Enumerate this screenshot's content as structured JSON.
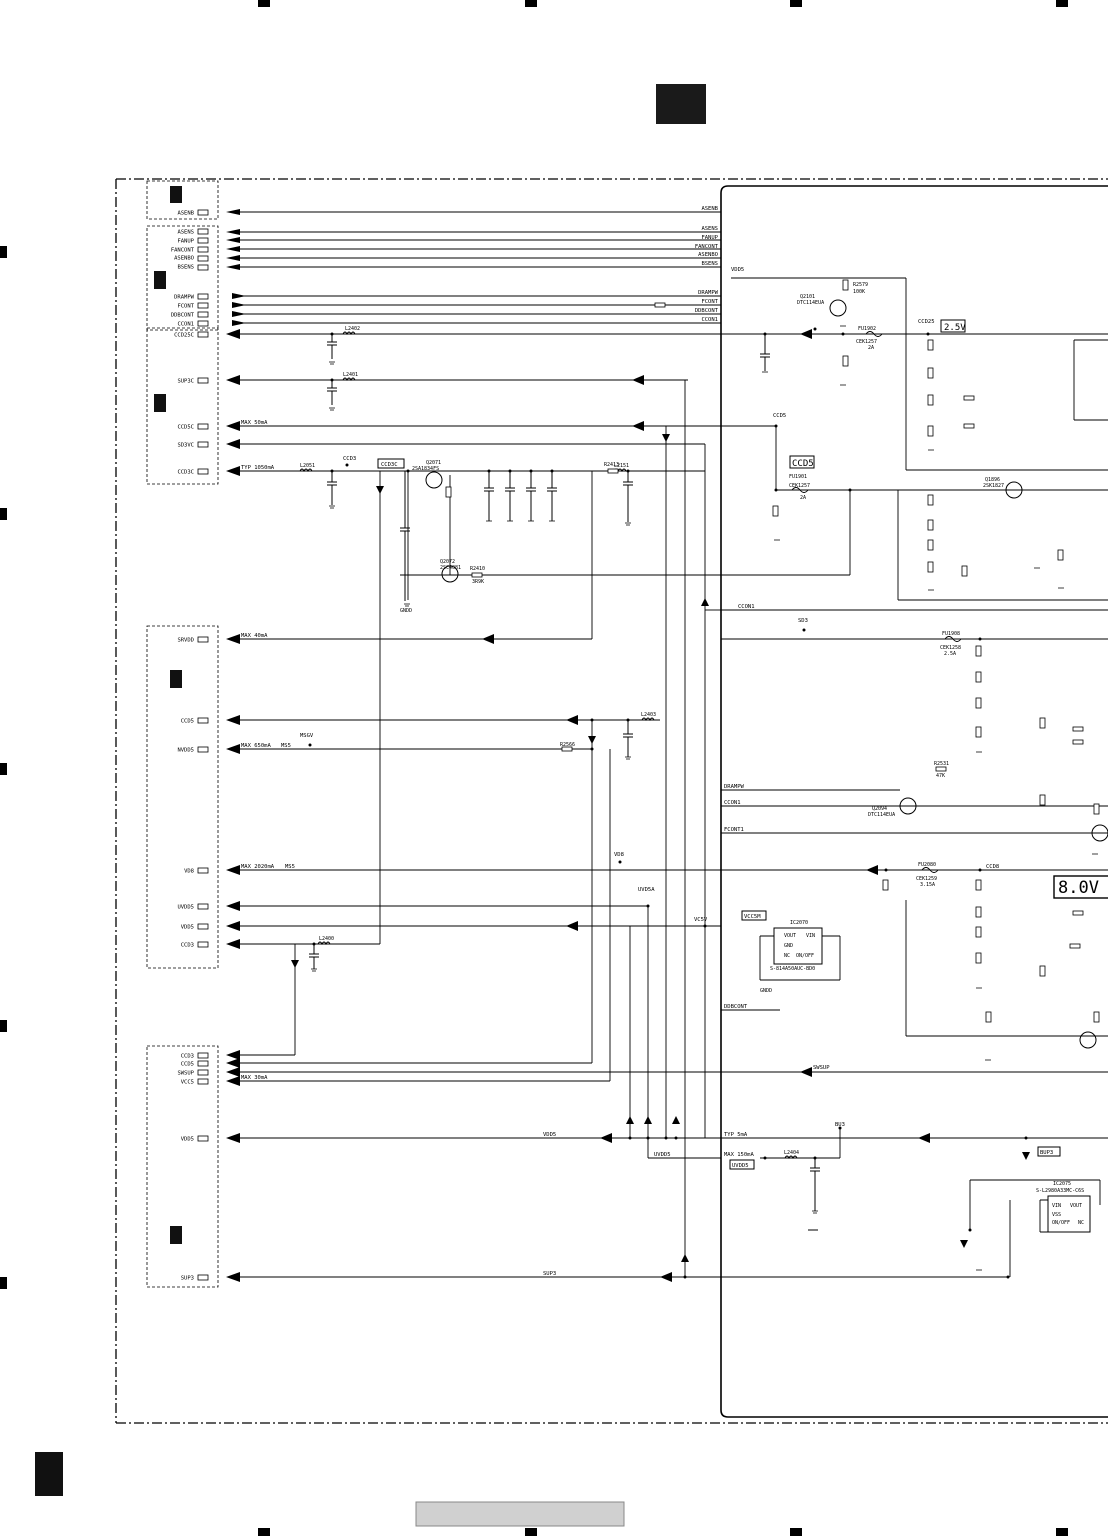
{
  "connectors": {
    "group1": [
      "ASENB"
    ],
    "group2": [
      "ASENS",
      "FANUP",
      "FANCONT",
      "ASENBO",
      "BSENS"
    ],
    "group3": [
      "DRAMPW",
      "FCONT",
      "DDBCONT",
      "CCON1",
      "CCD25C",
      "SUP3C",
      "CCD5C",
      "SD3VC",
      "CCD3C"
    ],
    "group4": [
      "SRVDD",
      "CCD5",
      "NVDD5",
      "VD8",
      "UVDD5",
      "VDD5",
      "CCD3"
    ],
    "group5": [
      "CCD3",
      "CCD5",
      "SWSUP",
      "VCC5",
      "VDD5",
      "SUP3"
    ]
  },
  "signals": [
    "ASENB",
    "ASENS",
    "FANUP",
    "FANCONT",
    "ASENBO",
    "BSENS",
    "DRAMPW",
    "FCONT",
    "DDBCONT",
    "CCON1",
    "VDD5",
    "CCD25",
    "CCD5",
    "CCD3",
    "CCON1",
    "SD3",
    "DRAMPW",
    "CCON1",
    "FCONT1",
    "VD8",
    "CCD8",
    "UVD5A",
    "VC5V",
    "DDBCONT",
    "SWSUP",
    "VDD5",
    "UVDD5",
    "BU3",
    "SUP3"
  ],
  "notes": {
    "max_50": "MAX 50mA",
    "typ_1050": "TYP 1050mA",
    "max_40": "MAX 40mA",
    "max_650": "MAX 650mA",
    "ms5": "MS5",
    "max_2020": "MAX 2020mA",
    "ms5b": "MS5",
    "max_30": "MAX 30mA",
    "typ_5": "TYP 5mA",
    "max_150": "MAX 150mA",
    "msgv": "MSGV"
  },
  "voltage_boxes": [
    "2.5V",
    "CCD5",
    "CCD3C",
    "VCC5M",
    "UVDD5",
    "BUP3",
    "8.0V"
  ],
  "parts": {
    "q2101": "Q2101",
    "q2101_type": "DTC114EUA",
    "r2579": "R2579",
    "r2579_val": "100K",
    "fu1902": "FU1902",
    "fu1902_val": "CEK1257",
    "fu1902_amp": "2A",
    "fu1901": "FU1901",
    "fu1901_val": "CEK1257",
    "fu1901_amp": "2A",
    "fu1908": "FU1908",
    "fu1908_val": "CEK1258",
    "fu1908_amp": "2.5A",
    "fu2080": "FU2080",
    "fu2080_val": "CEK1259",
    "fu2080_amp": "3.15A",
    "l2402": "L2402",
    "l2401": "L2401",
    "l2051": "L2051",
    "l2151": "L2151",
    "l2403": "L2403",
    "l2400": "L2400",
    "l2404": "L2404",
    "q2071": "Q2071",
    "q2071_type": "2SA1834FS",
    "q2072": "Q2072",
    "q2072_type": "2SC4081",
    "r2410": "R2410",
    "r2410_val": "3R9K",
    "r2413": "R2413",
    "r2566": "R2566",
    "r2531": "R2531",
    "r2531_val": "47K",
    "q2094": "Q2094",
    "q2094_type": "DTC114EUA",
    "ic2070": "IC2070",
    "ic2070_type": "S-814A50AUC-BD0",
    "ic2075": "IC2075",
    "ic2075_type": "S-L2980A33MC-C6S",
    "q1896": "Q1896",
    "q1896_type": "2SK1827",
    "gndd": "GNDD",
    "gndd2": "GNDD",
    "ic_pins": [
      "VOUT",
      "VIN",
      "GND",
      "NC",
      "ON/OFF"
    ],
    "ic2_pins": [
      "VIN",
      "VOUT",
      "VSS",
      "ON/OFF",
      "NC"
    ]
  }
}
